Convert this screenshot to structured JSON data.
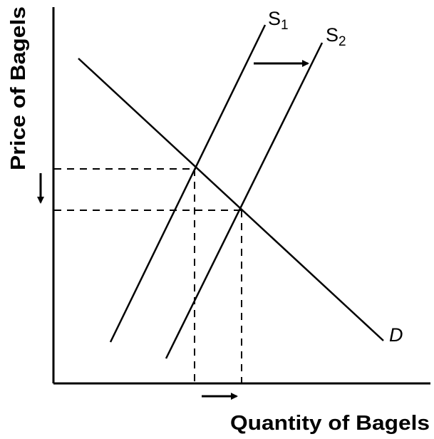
{
  "diagram": {
    "axes": {
      "x_label": "Quantity of Bagels",
      "y_label": "Price of Bagels"
    },
    "curves": {
      "s1": {
        "letter": "S",
        "subscript": "1"
      },
      "s2": {
        "letter": "S",
        "subscript": "2"
      },
      "d": {
        "letter": "D"
      }
    },
    "arrows": {
      "supply_shift": "right",
      "price_change": "down",
      "quantity_change": "right"
    },
    "colors": {
      "ink": "#000000",
      "background": "#ffffff"
    }
  }
}
